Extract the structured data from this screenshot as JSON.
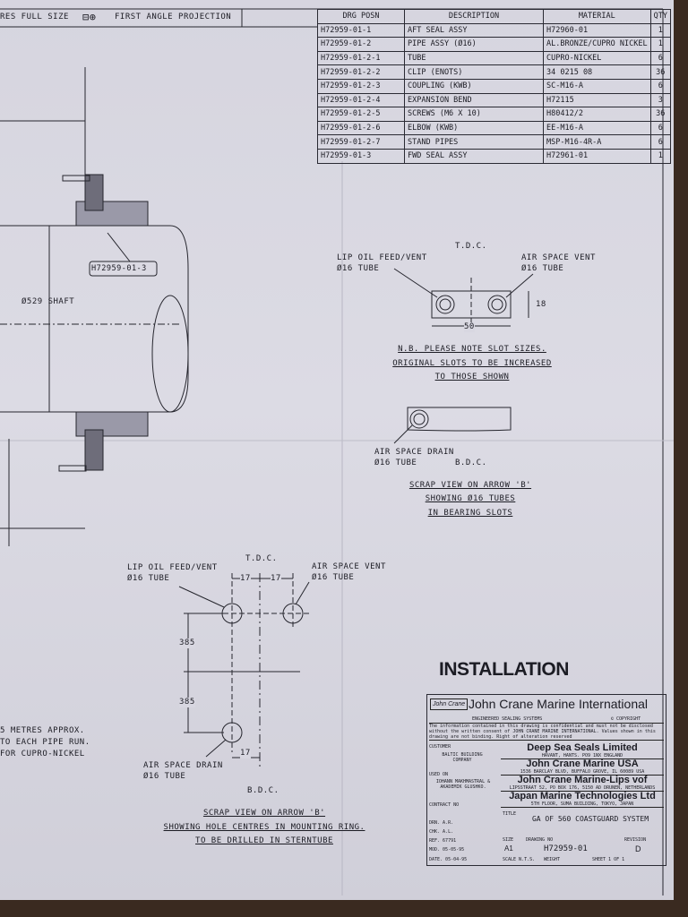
{
  "header": {
    "scale_note": "RES FULL SIZE",
    "projection": "FIRST ANGLE PROJECTION",
    "projection_icon": "first-angle-projection-icon"
  },
  "parts_table": {
    "headers": [
      "DRG POSN",
      "DESCRIPTION",
      "MATERIAL",
      "QTY"
    ],
    "rows": [
      [
        "H72959-01-1",
        "AFT SEAL ASSY",
        "H72960-01",
        "1"
      ],
      [
        "H72959-01-2",
        "PIPE ASSY (Ø16)",
        "AL.BRONZE/CUPRO NICKEL",
        "1"
      ],
      [
        "H72959-01-2-1",
        "TUBE",
        "CUPRO-NICKEL",
        "6"
      ],
      [
        "H72959-01-2-2",
        "CLIP (ENOTS)",
        "34 0215 08",
        "36"
      ],
      [
        "H72959-01-2-3",
        "COUPLING (KWB)",
        "SC-M16-A",
        "6"
      ],
      [
        "H72959-01-2-4",
        "EXPANSION BEND",
        "H72115",
        "3"
      ],
      [
        "H72959-01-2-5",
        "SCREWS (M6 X 10)",
        "H80412/2",
        "36"
      ],
      [
        "H72959-01-2-6",
        "ELBOW (KWB)",
        "EE-M16-A",
        "6"
      ],
      [
        "H72959-01-2-7",
        "STAND PIPES",
        "MSP-M16-4R-A",
        "6"
      ],
      [
        "H72959-01-3",
        "FWD SEAL ASSY",
        "H72961-01",
        "1"
      ]
    ]
  },
  "shaft_view": {
    "callout": "H72959-01-3",
    "shaft_label": "Ø529 SHAFT"
  },
  "slot_view": {
    "tdc": "T.D.C.",
    "lip_oil": "LIP OIL FEED/VENT",
    "lip_tube": "Ø16 TUBE",
    "air_vent": "AIR SPACE VENT",
    "air_tube": "Ø16 TUBE",
    "dim_width": "50",
    "dim_height": "18",
    "note": [
      "N.B. PLEASE NOTE SLOT SIZES.",
      "ORIGINAL SLOTS TO BE INCREASED",
      "TO THOSE SHOWN"
    ],
    "air_drain": "AIR SPACE DRAIN",
    "drain_tube": "Ø16 TUBE",
    "bdc": "B.D.C.",
    "caption": [
      "SCRAP VIEW ON ARROW 'B'",
      "SHOWING Ø16 TUBES",
      "IN BEARING SLOTS"
    ]
  },
  "hole_view": {
    "tdc": "T.D.C.",
    "lip_oil": "LIP OIL FEED/VENT",
    "lip_tube": "Ø16 TUBE",
    "air_vent": "AIR SPACE VENT",
    "air_tube": "Ø16 TUBE",
    "dim_17a": "17",
    "dim_17b": "17",
    "dim_385a": "385",
    "dim_385b": "385",
    "dim_17c": "17",
    "air_drain": "AIR SPACE DRAIN",
    "drain_tube": "Ø16 TUBE",
    "bdc": "B.D.C.",
    "caption": [
      "SCRAP VIEW ON ARROW 'B'",
      "SHOWING HOLE CENTRES IN MOUNTING RING.",
      "TO BE DRILLED IN STERNTUBE"
    ]
  },
  "side_note": [
    "5 METRES APPROX.",
    "TO EACH PIPE RUN.",
    "FOR CUPRO-NICKEL"
  ],
  "installation": "INSTALLATION",
  "title_block": {
    "logo": "John Crane",
    "company": "John Crane Marine International",
    "tagline": "ENGINEERED SEALING SYSTEMS",
    "copyright": "© COPYRIGHT",
    "confidential": "The information contained in this drawing is confidential and must not be disclosed without the written consent of JOHN CRANE MARINE INTERNATIONAL. Values shown in this drawing are not binding. Right of alteration reserved",
    "customer_label": "CUSTOMER",
    "customer": "BALTIC BUILDING COMPANY",
    "used_on_label": "USED ON",
    "used_on": "IOHANN MAKHMASTRAL & AKADEMIK GLUSHKO.",
    "contract_label": "CONTRACT NO",
    "offices": [
      {
        "name": "Deep Sea Seals Limited",
        "addr": "HAVANT, HANTS. PO9 1NX ENGLAND"
      },
      {
        "name": "John Crane Marine USA",
        "addr": "1536 BARCLAY BLVD, BUFFALO GROVE, IL 60089 USA"
      },
      {
        "name": "John Crane Marine-Lips vof",
        "addr": "LIPSSTRAAT 52, PO BOX 176, 5150 AD DRUNEN, NETHERLANDS"
      },
      {
        "name": "Japan Marine Technologies Ltd",
        "addr": "5TH FLOOR, SUMA BUILDING, TOKYO, JAPAN"
      }
    ],
    "title_label": "TITLE",
    "title": "GA OF 560 COASTGUARD SYSTEM",
    "drn": "DRN. A.R.",
    "chk": "CHK. A.L.",
    "ref": "REF. 67791",
    "mod": "MOD. 05-05-95",
    "date": "DATE. 05-04-95",
    "size_label": "SIZE",
    "size": "A1",
    "drawing_no_label": "DRAWING NO",
    "drawing_no": "H72959-01",
    "revision_label": "REVISION",
    "revision": "D",
    "scale": "SCALE N.T.S.",
    "weight": "WEIGHT",
    "sheet": "SHEET 1 OF 1"
  }
}
